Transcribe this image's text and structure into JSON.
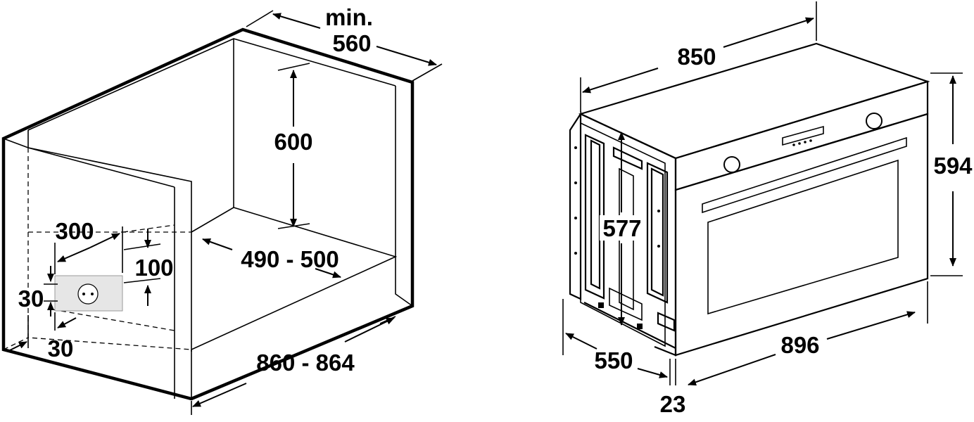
{
  "cabinet": {
    "depth_min_label": "min.",
    "depth_min_value": "560",
    "height": "600",
    "inner_depth": "490 - 500",
    "width": "860 - 864",
    "socket_width": "300",
    "socket_height": "100",
    "socket_offset_vertical": "30",
    "socket_offset_side": "30"
  },
  "oven": {
    "width_top": "850",
    "height": "594",
    "inner_height": "577",
    "depth": "550",
    "front_width": "896",
    "front_thickness": "23"
  }
}
